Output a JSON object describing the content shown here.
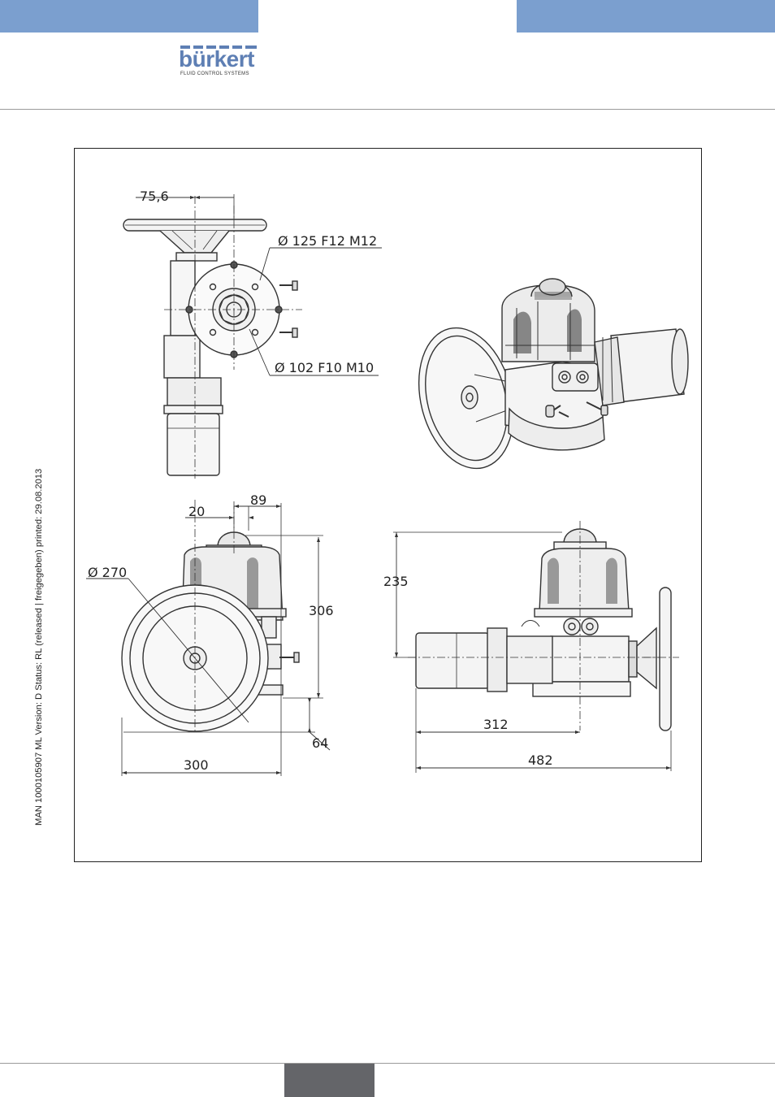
{
  "header": {
    "brand": "bürkert",
    "tagline": "FLUID CONTROL SYSTEMS",
    "band_color": "#7b9fcf",
    "brand_color": "#5e7fb4"
  },
  "side_note": "MAN  1000105907  ML  Version: D  Status: RL (released | freigegeben)  printed: 29.08.2013",
  "drawing": {
    "dim_75_6": "75,6",
    "flange_125": "Ø 125 F12 M12",
    "flange_102": "Ø 102 F10 M10",
    "dim_20": "20",
    "dim_89": "89",
    "dim_270": "Ø 270",
    "dim_306": "306",
    "dim_64": "64",
    "dim_300": "300",
    "dim_235": "235",
    "dim_312": "312",
    "dim_482": "482"
  },
  "footer": {
    "tab_color": "#646569"
  }
}
